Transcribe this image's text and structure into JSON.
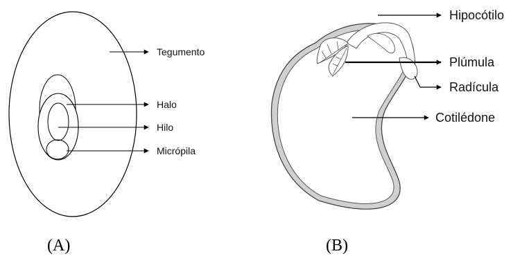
{
  "figure_a": {
    "caption": "(A)",
    "labels": {
      "tegumento": "Tegumento",
      "halo": "Halo",
      "hilo": "Hilo",
      "micropila": "Micrópila"
    }
  },
  "figure_b": {
    "caption": "(B)",
    "labels": {
      "hipocotilo": "Hipocótilo",
      "plumula": "Plúmula",
      "radicula": "Radícula",
      "cotiledone": "Cotilédone"
    }
  }
}
